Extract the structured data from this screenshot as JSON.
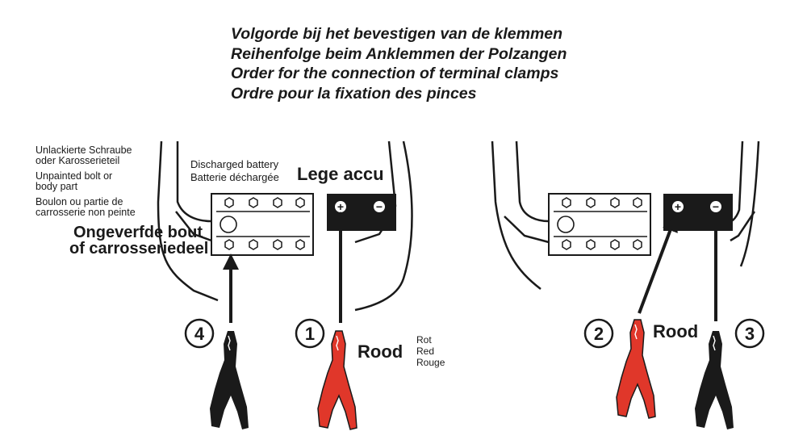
{
  "titles": [
    "Volgorde bij het bevestigen van de klemmen",
    "Reihenfolge beim Anklemmen der Polzangen",
    "Order for the connection of terminal clamps",
    "Ordre pour la fixation des pinces"
  ],
  "left_panel": {
    "bolt_labels": {
      "de": [
        "Unlackierte Schraube",
        "oder Karosserieteil"
      ],
      "en": [
        "Unpainted bolt or",
        "body part"
      ],
      "fr": [
        "Boulon ou partie de",
        "carrosserie non peinte"
      ],
      "nl": [
        "Ongeverfde bout",
        "of carrosseriedeel"
      ]
    },
    "battery_labels": [
      "Discharged battery",
      "Batterie déchargée"
    ],
    "battery_title": "Lege accu",
    "step_numbers": [
      "4",
      "1"
    ],
    "red_label": "Rood",
    "red_translations": [
      "Rot",
      "Red",
      "Rouge"
    ]
  },
  "right_panel": {
    "step_numbers": [
      "2",
      "3"
    ],
    "red_label": "Rood"
  },
  "symbols": {
    "plus": "+",
    "minus": "−"
  },
  "colors": {
    "red_clamp": "#e0372a",
    "black_clamp": "#1a1a1a",
    "outline": "#1a1a1a",
    "bolt_fill": "#cfcfcf"
  }
}
